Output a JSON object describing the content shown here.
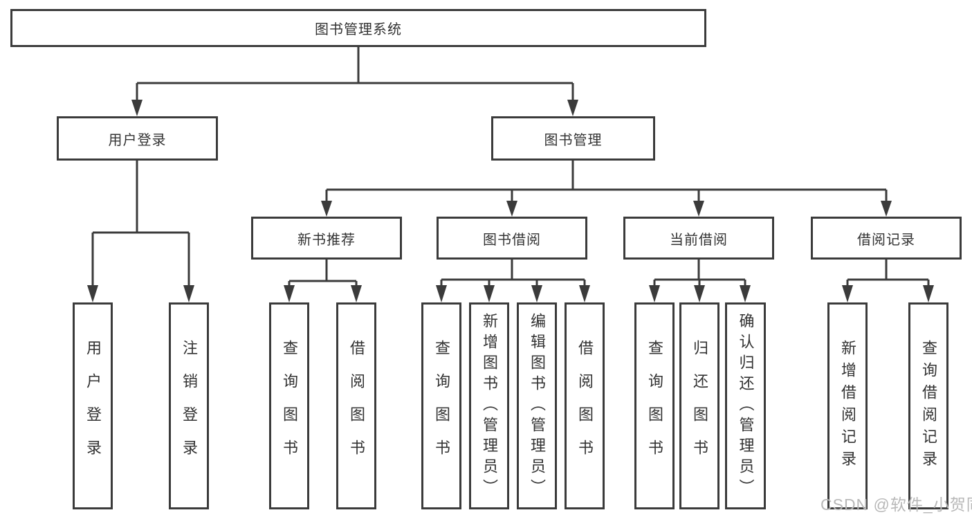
{
  "tree": {
    "root": {
      "label": "图书管理系统",
      "children": [
        {
          "label": "用户登录",
          "children": [
            {
              "label": "用户登录"
            },
            {
              "label": "注销登录"
            }
          ]
        },
        {
          "label": "图书管理",
          "children": [
            {
              "label": "新书推荐",
              "children": [
                {
                  "label": "查询图书"
                },
                {
                  "label": "借阅图书"
                }
              ]
            },
            {
              "label": "图书借阅",
              "children": [
                {
                  "label": "查询图书"
                },
                {
                  "label": "新增图书（管理员）"
                },
                {
                  "label": "编辑图书（管理员）"
                },
                {
                  "label": "借阅图书"
                }
              ]
            },
            {
              "label": "当前借阅",
              "children": [
                {
                  "label": "查询图书"
                },
                {
                  "label": "归还图书"
                },
                {
                  "label": "确认归还（管理员）"
                }
              ]
            },
            {
              "label": "借阅记录",
              "children": [
                {
                  "label": "新增借阅记录"
                },
                {
                  "label": "查询借阅记录"
                }
              ]
            }
          ]
        }
      ]
    }
  },
  "watermark": {
    "text": "CSDN @软件_小贺同学"
  },
  "colors": {
    "line": "#3b3b3b",
    "box_border": "#3b3b3b",
    "text": "#323232",
    "watermark": "#b8b8b8",
    "background": "#ffffff"
  }
}
